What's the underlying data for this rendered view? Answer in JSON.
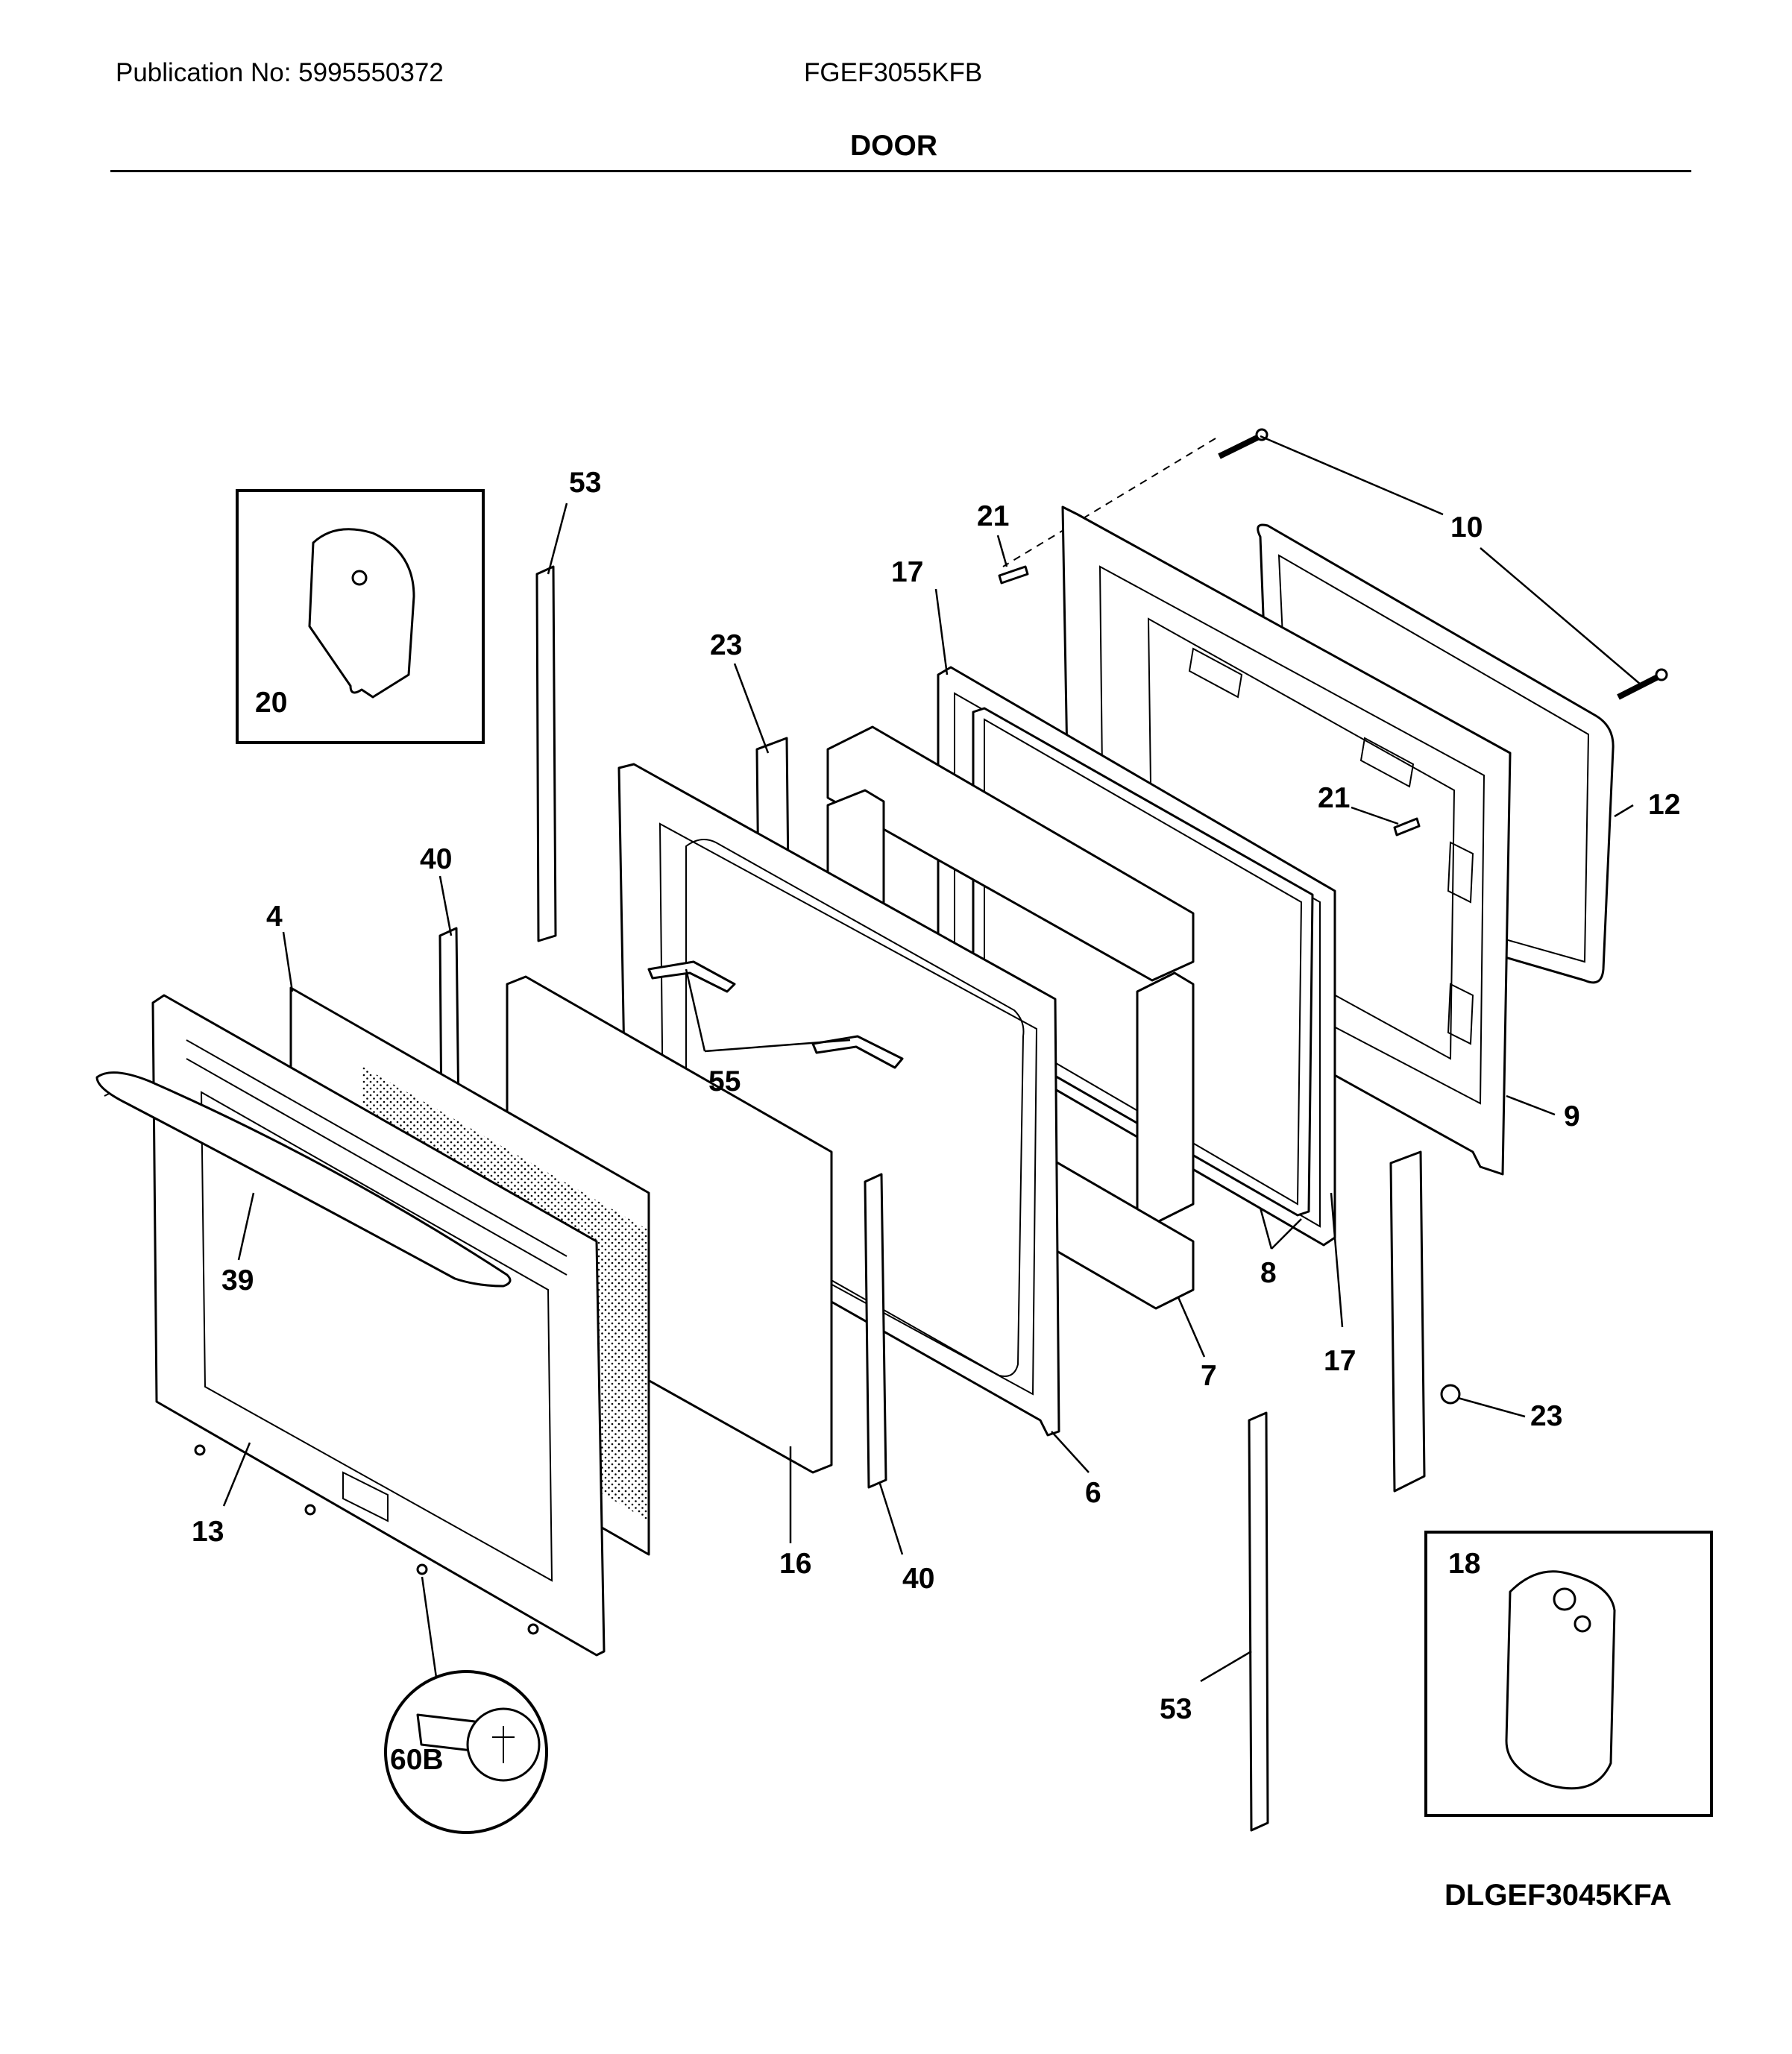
{
  "header": {
    "publication": "Publication No: 5995550372",
    "model": "FGEF3055KFB",
    "section": "DOOR"
  },
  "footer": {
    "drawing_id": "DLGEF3045KFA"
  },
  "callouts": {
    "c53_top": "53",
    "c20": "20",
    "c21_top": "21",
    "c10": "10",
    "c17_top": "17",
    "c23_top": "23",
    "c40_top": "40",
    "c4": "4",
    "c12": "12",
    "c21_mid": "21",
    "c55": "55",
    "c9": "9",
    "c39": "39",
    "c8": "8",
    "c7": "7",
    "c17_bot": "17",
    "c23_bot": "23",
    "c6": "6",
    "c13": "13",
    "c16": "16",
    "c40_bot": "40",
    "c18": "18",
    "c53_bot": "53",
    "c60b": "60B"
  }
}
